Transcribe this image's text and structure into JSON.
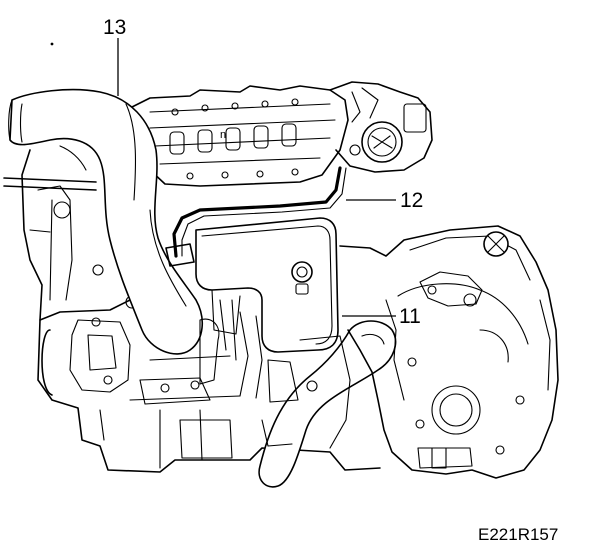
{
  "callouts": [
    {
      "id": "13",
      "label": "13"
    },
    {
      "id": "12",
      "label": "12"
    },
    {
      "id": "11",
      "label": "11"
    }
  ],
  "figure_ref": "E221R157"
}
